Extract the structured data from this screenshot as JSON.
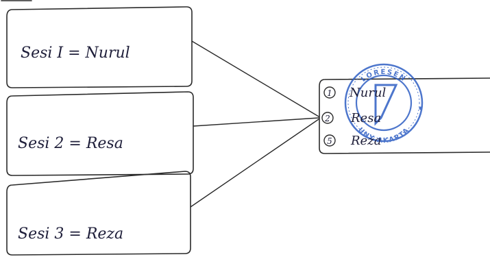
{
  "sessions": [
    {
      "label": "Sesi I = Nurul"
    },
    {
      "label": "Sesi 2 = Resa"
    },
    {
      "label": "Sesi 3 = Reza"
    }
  ],
  "result_box": {
    "items": [
      {
        "number": "1",
        "name": "Nurul"
      },
      {
        "number": "2",
        "name": "Resa"
      },
      {
        "number": "5",
        "name": "Reza"
      }
    ]
  },
  "stamp": {
    "top_text": "LORESEN",
    "bottom_text": "UNY AKARTA",
    "color": "#2f5fc4"
  },
  "colors": {
    "ink": "#2a2a2a",
    "handwriting": "#1f1f3a"
  }
}
